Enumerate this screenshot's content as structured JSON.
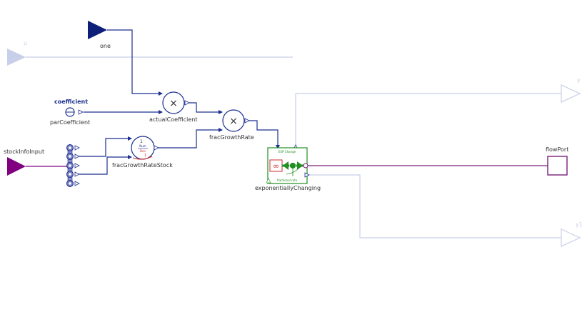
{
  "diagram": {
    "labels": {
      "u": "u",
      "one": "one",
      "coefficient": "coefficient",
      "par_coefficient": "parCoefficient",
      "actual_coefficient": "actualCoefficient",
      "frac_growth_rate": "fracGrowthRate",
      "stock_info_input": "stockInfoInput",
      "frac_growth_rate_stock": "fracGrowthRateStock",
      "exponentially_changing": "exponentiallyChanging",
      "exp_change_title": "EXP Change",
      "fractional_rate": "fractional rate",
      "flow_port": "flowPort",
      "y": "y",
      "y1": "y1",
      "multiply_symbol": "×",
      "division_one": "1",
      "division_num": "Num",
      "division_den": "Den",
      "division_minus": "1",
      "infinity_symbol": "∞"
    },
    "colors": {
      "connector_blue": "#1a2f8f",
      "input_navy": "#0e1f7a",
      "inactive_blue": "#c8cfe8",
      "stock_purple": "#800080",
      "flow_purple": "#7a1f7a",
      "green": "#1f8f1f",
      "red": "#d22b2b"
    }
  }
}
